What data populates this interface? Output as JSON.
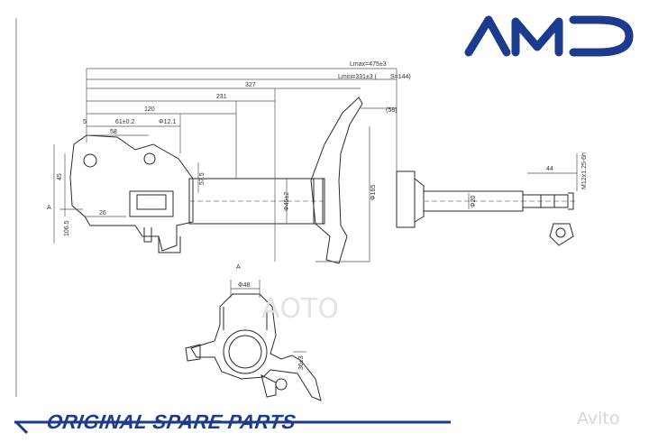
{
  "brand": {
    "logo_text": "AMD",
    "color": "#1d3b8e"
  },
  "footer": {
    "slogan": "ORIGINAL SPARE PARTS"
  },
  "watermark": {
    "text": "Avito",
    "center_text": "АОТО"
  },
  "drawing": {
    "section_label": "A",
    "view_label": "A",
    "dimensions": {
      "lmax": "Lmax=475±3",
      "lmin": "Lmin=331±3 (",
      "stroke": "S=144)",
      "d327": "327",
      "d231": "231",
      "d120": "120",
      "d58_top": "(58)",
      "d61": "61±0.2",
      "d12": "Φ12.1",
      "d58": "58",
      "d5": "5",
      "d44": "44",
      "thread": "M12x1.25-6h",
      "d20": "Φ20",
      "d165": "Φ165",
      "d45": "Φ45±2",
      "d26": "26",
      "d1065": "106.5",
      "d45_side": "45",
      "d57": "57.5",
      "d36": "36±3",
      "d48": "Φ48"
    }
  },
  "colors": {
    "line": "#2a2a2a",
    "dim_line": "#555555",
    "footer_bar": "#1d3b8e"
  }
}
